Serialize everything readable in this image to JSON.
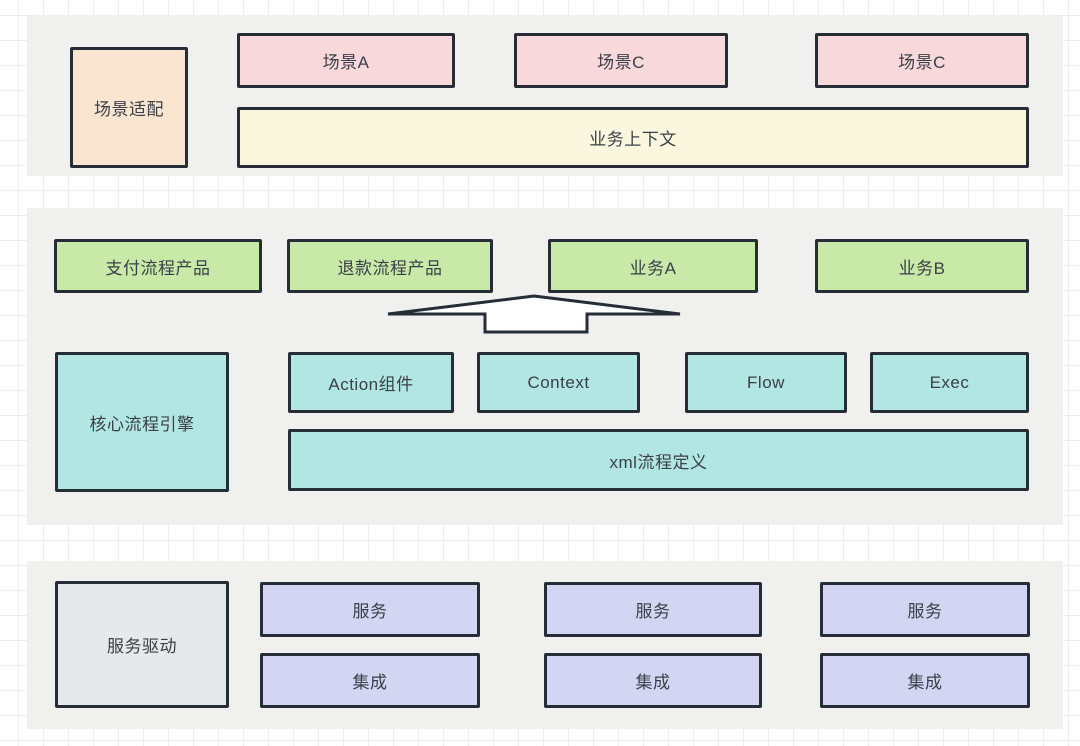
{
  "palette": {
    "section_background": "#f0f0ef",
    "box_border": "#272d37",
    "text": "#3a4048",
    "pink": "#f8d8da",
    "peach": "#fae5d0",
    "yellow": "#fbf7df",
    "green": "#c8e9a7",
    "cyan": "#b2e6e3",
    "purple": "#d4d5f3",
    "gray_box": "#e6e9e9",
    "arrow_fill": "#ffffff"
  },
  "layers": {
    "scene": {
      "adapter": "场景适配",
      "scenes": [
        "场景A",
        "场景C",
        "场景C"
      ],
      "context_bar": "业务上下文"
    },
    "engine": {
      "products": [
        "支付流程产品",
        "退款流程产品",
        "业务A",
        "业务B"
      ],
      "core": "核心流程引擎",
      "components": [
        "Action组件",
        "Context",
        "Flow",
        "Exec"
      ],
      "xml": "xml流程定义"
    },
    "service": {
      "driver": "服务驱动",
      "services": [
        "服务",
        "服务",
        "服务"
      ],
      "integrations": [
        "集成",
        "集成",
        "集成"
      ]
    }
  }
}
